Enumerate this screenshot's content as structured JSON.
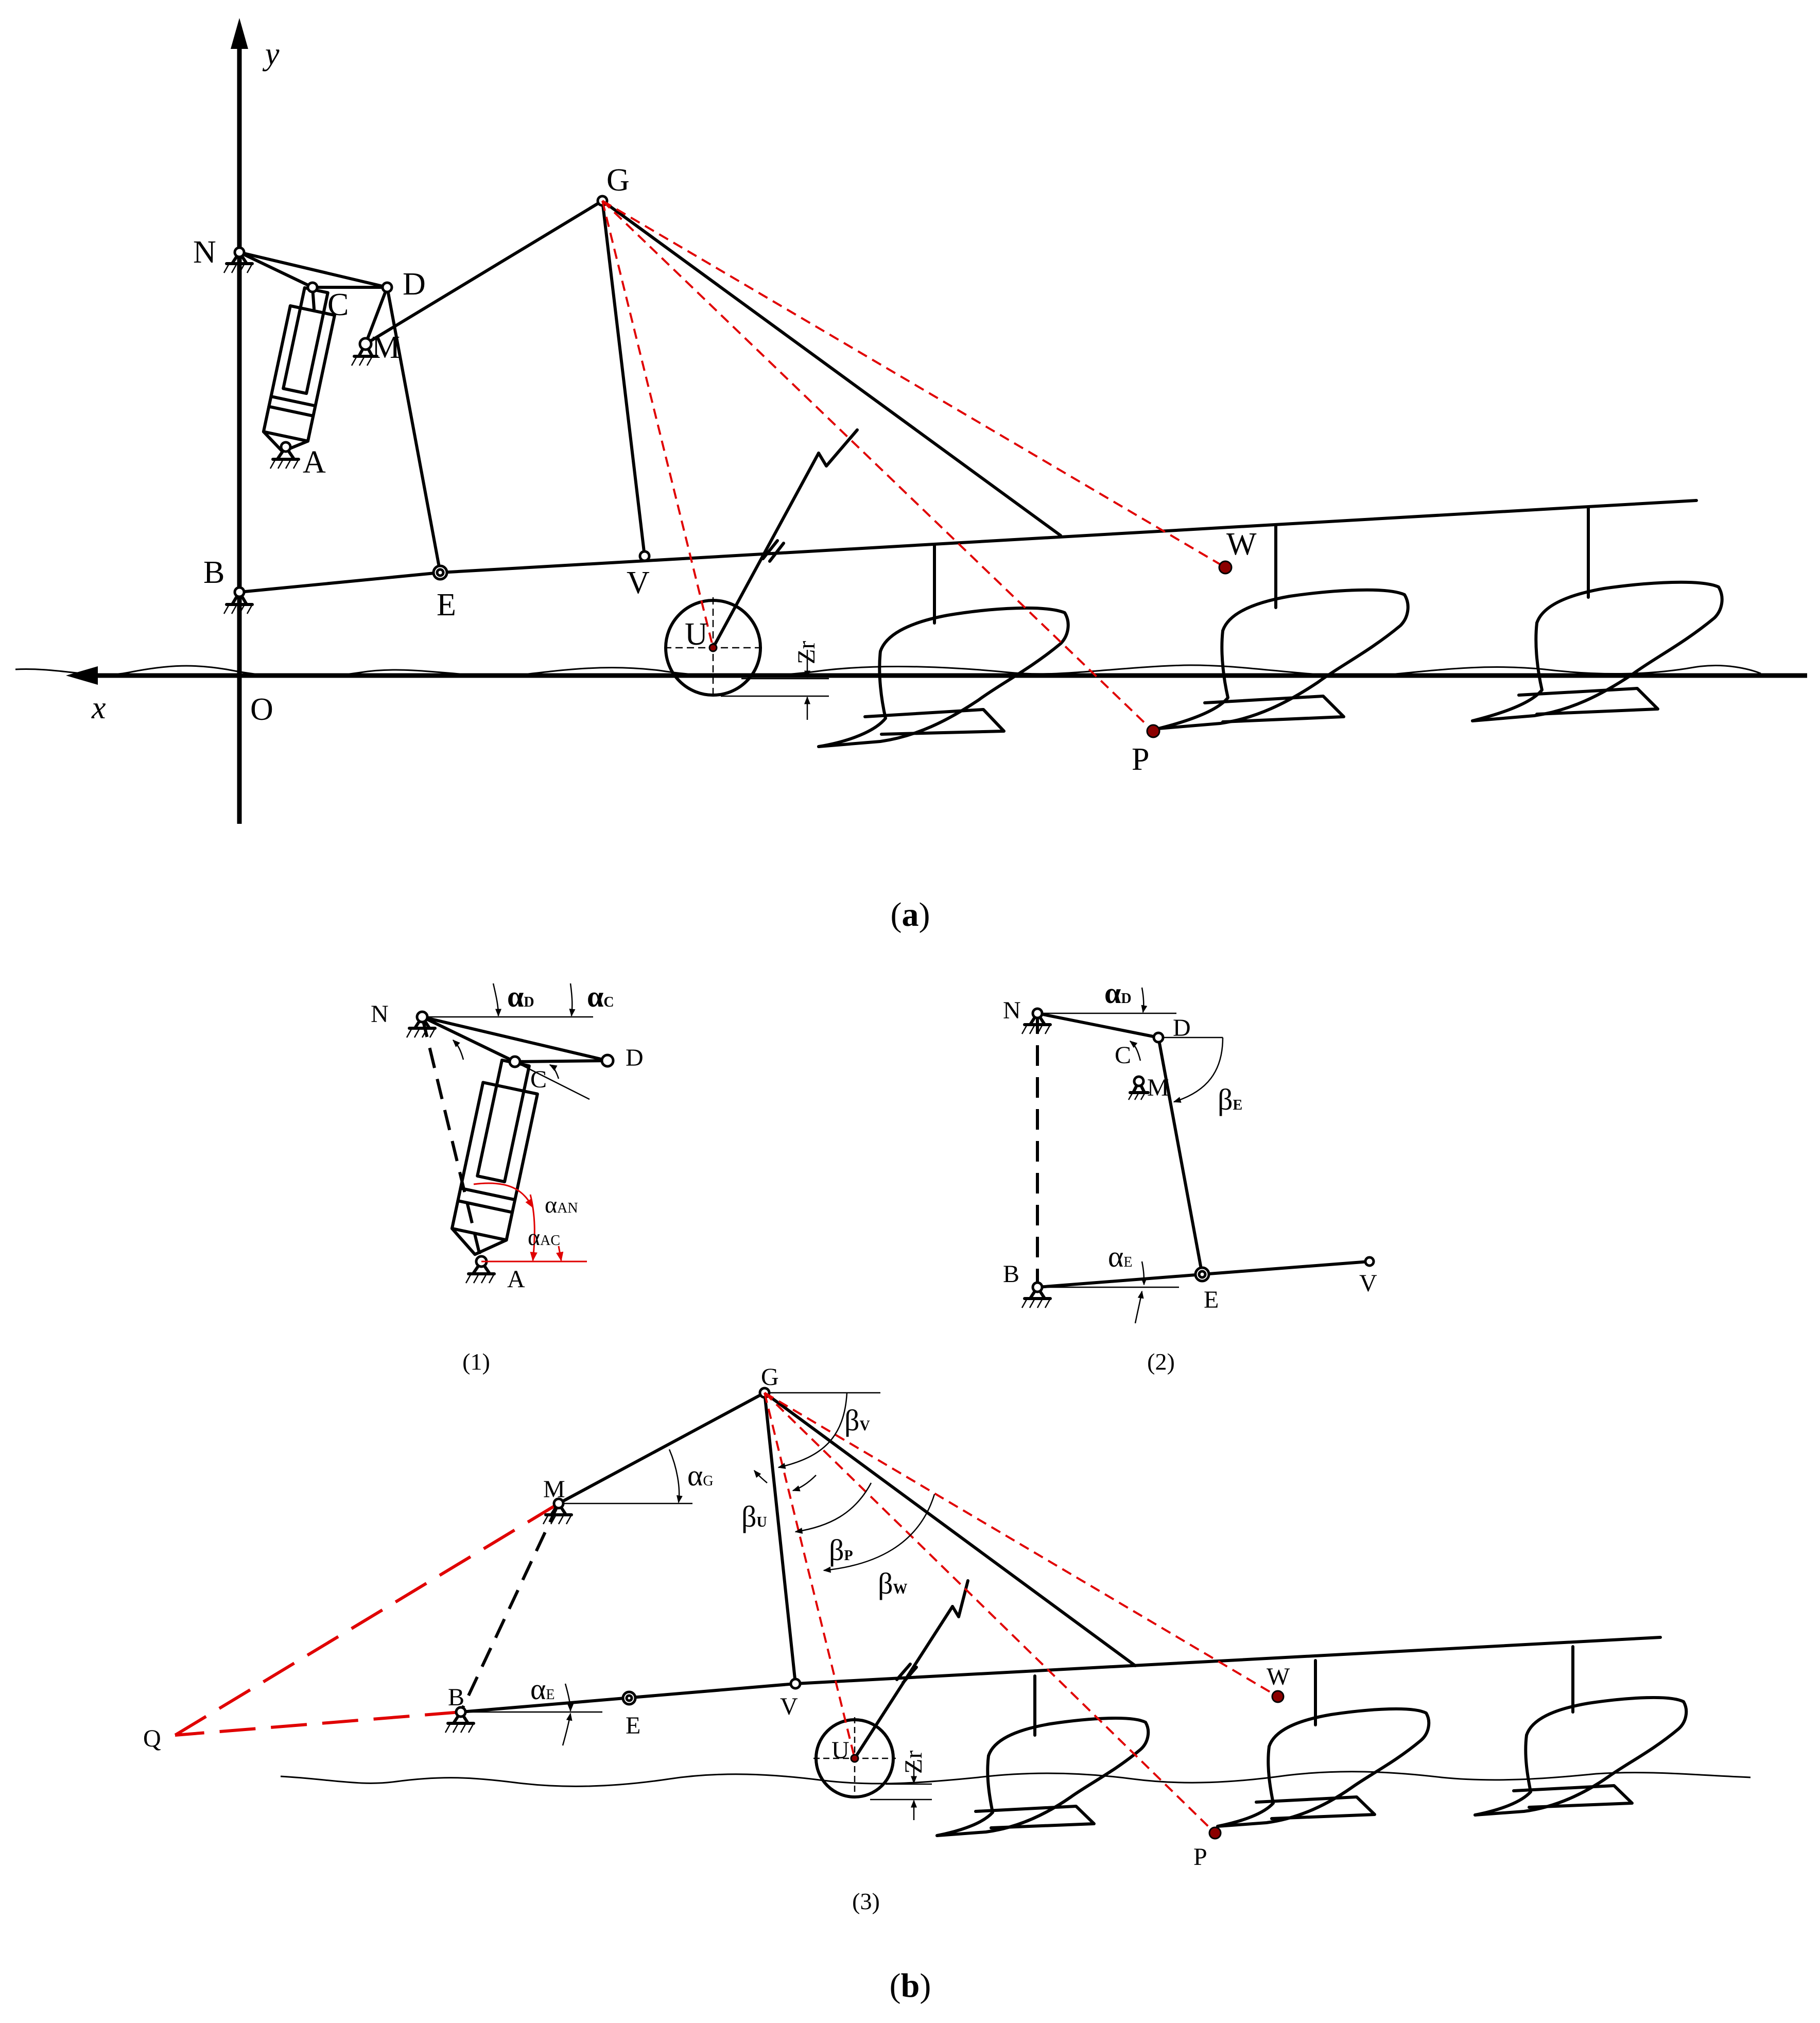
{
  "figure": {
    "panel_a": {
      "caption_open": "(",
      "caption_letter": "a",
      "caption_close": ")",
      "axis_x": "x",
      "axis_y": "y",
      "origin": "O",
      "points": [
        "N",
        "C",
        "D",
        "M",
        "A",
        "G",
        "B",
        "E",
        "V",
        "U",
        "W",
        "P"
      ],
      "zr_label": "Zr"
    },
    "panel_b": {
      "caption_open": "(",
      "caption_letter": "b",
      "caption_close": ")",
      "sub1": {
        "caption": "(1)",
        "points": [
          "N",
          "D",
          "C",
          "A"
        ],
        "angles": [
          {
            "sym": "α",
            "sub": "D"
          },
          {
            "sym": "α",
            "sub": "C"
          },
          {
            "sym": "α",
            "sub": "AN"
          },
          {
            "sym": "α",
            "sub": "AC"
          }
        ]
      },
      "sub2": {
        "caption": "(2)",
        "points": [
          "N",
          "D",
          "C",
          "M",
          "B",
          "E",
          "V"
        ],
        "angles": [
          {
            "sym": "α",
            "sub": "D"
          },
          {
            "sym": "β",
            "sub": "E"
          },
          {
            "sym": "α",
            "sub": "E"
          }
        ]
      },
      "sub3": {
        "caption": "(3)",
        "points": [
          "G",
          "M",
          "B",
          "E",
          "V",
          "U",
          "W",
          "P",
          "Q"
        ],
        "angles": [
          {
            "sym": "β",
            "sub": "V"
          },
          {
            "sym": "α",
            "sub": "G"
          },
          {
            "sym": "β",
            "sub": "U"
          },
          {
            "sym": "β",
            "sub": "P"
          },
          {
            "sym": "β",
            "sub": "W"
          },
          {
            "sym": "α",
            "sub": "E"
          }
        ],
        "zr_label": "Zr"
      }
    }
  }
}
